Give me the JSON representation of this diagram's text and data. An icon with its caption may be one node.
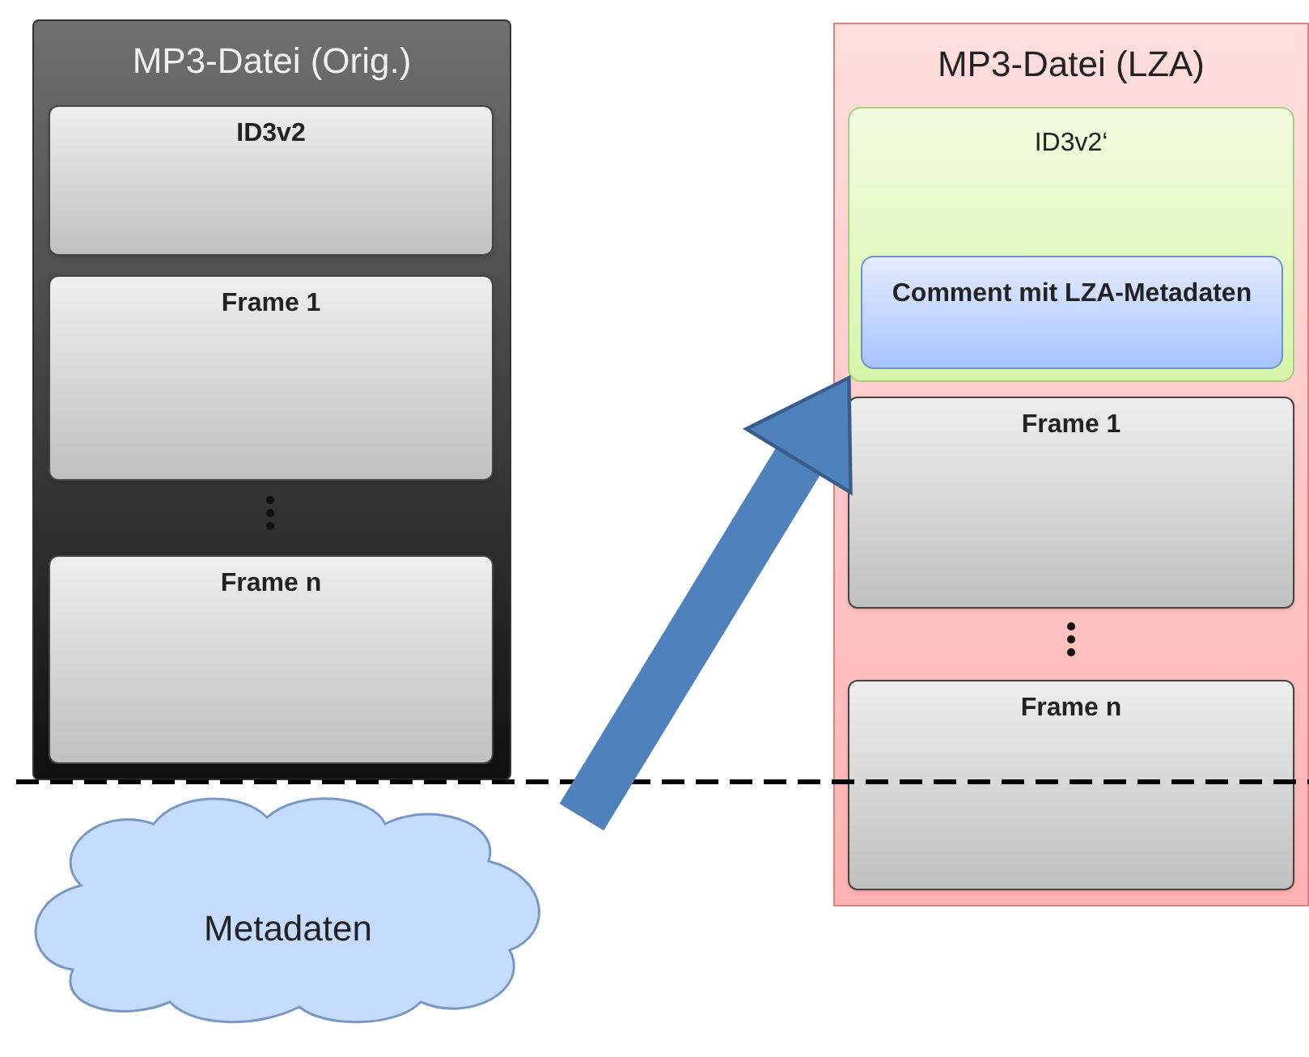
{
  "diagram": {
    "nodes": [
      {
        "text": [
          "MP3-Datei (Orig.)"
        ]
      },
      {
        "text": [
          "ID3v2"
        ],
        "in": 0
      },
      {
        "text": [
          "Frame 1"
        ],
        "in": 0
      },
      {
        "text": [
          "Frame n"
        ],
        "in": 0
      },
      {
        "text": [
          "MP3-Datei (LZA)"
        ]
      },
      {
        "text": [
          "ID3v2‘"
        ],
        "in": 4
      },
      {
        "text": [
          "Comment mit LZA-Metadaten"
        ],
        "in": 5
      },
      {
        "text": [
          "Frame 1"
        ],
        "in": 4
      },
      {
        "text": [
          "Frame n"
        ],
        "in": 4
      },
      {
        "text": [
          "Metadaten"
        ]
      }
    ],
    "edges": [
      {
        "from": 9,
        "to": 6,
        "arrow": "to"
      }
    ]
  }
}
